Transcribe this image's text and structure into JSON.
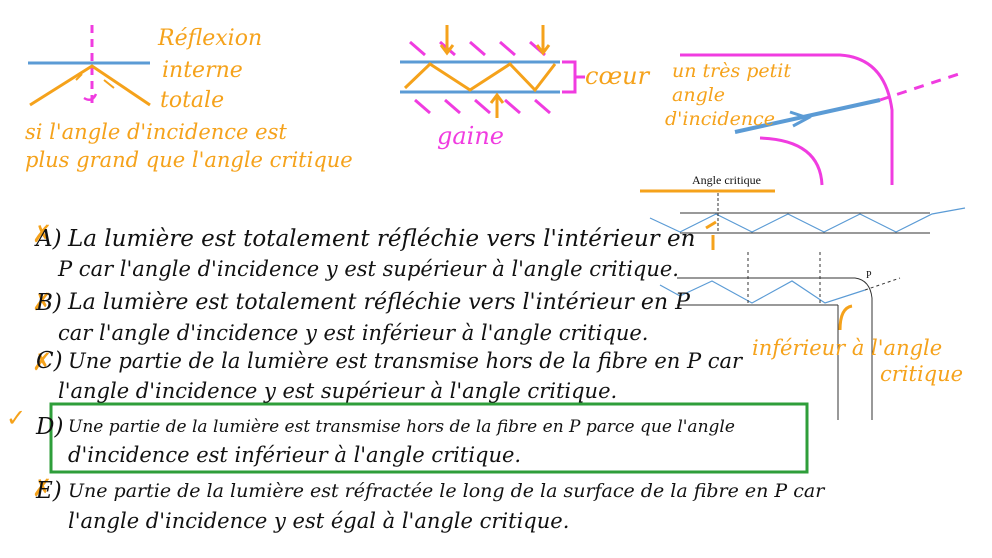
{
  "top_notes": {
    "reflexion_1": "Réflexion",
    "reflexion_2": "interne",
    "reflexion_3": "totale",
    "condition_1": "si l'angle d'incidence est",
    "condition_2": "plus grand que l'angle critique",
    "coeur": "cœur",
    "gaine": "gaine",
    "petit_1": "un très petit",
    "petit_2": "angle",
    "petit_3": "d'incidence"
  },
  "diagram": {
    "angle_label": "Angle critique",
    "point_label": "P",
    "note_1": "inférieur à l'angle",
    "note_2": "critique"
  },
  "options": [
    {
      "letter": "A)",
      "line1": "La lumière est totalement réfléchie vers l'intérieur en",
      "line2": "P car l'angle d'incidence y est supérieur à l'angle critique.",
      "mark": "✗"
    },
    {
      "letter": "B)",
      "line1": "La lumière est totalement réfléchie vers l'intérieur en P",
      "line2": "car l'angle d'incidence y est inférieur à l'angle critique.",
      "mark": "✗"
    },
    {
      "letter": "C)",
      "line1": "Une partie de la lumière est transmise hors de la fibre en P car",
      "line2": "l'angle d'incidence y est supérieur à l'angle critique.",
      "mark": "✗"
    },
    {
      "letter": "D)",
      "line1": "Une partie de la lumière est transmise hors de la fibre en P parce que l'angle",
      "line2": "d'incidence est inférieur à l'angle critique.",
      "mark": "✓"
    },
    {
      "letter": "E)",
      "line1": "Une partie de la lumière est réfractée le long de la surface de la fibre en P car",
      "line2": "l'angle d'incidence y est égal à l'angle critique.",
      "mark": "✗"
    }
  ],
  "colors": {
    "orange": "#f5a21b",
    "pink": "#f03ce0",
    "blue": "#5b9bd5",
    "green": "#2e9e3a",
    "ink": "#111111"
  }
}
